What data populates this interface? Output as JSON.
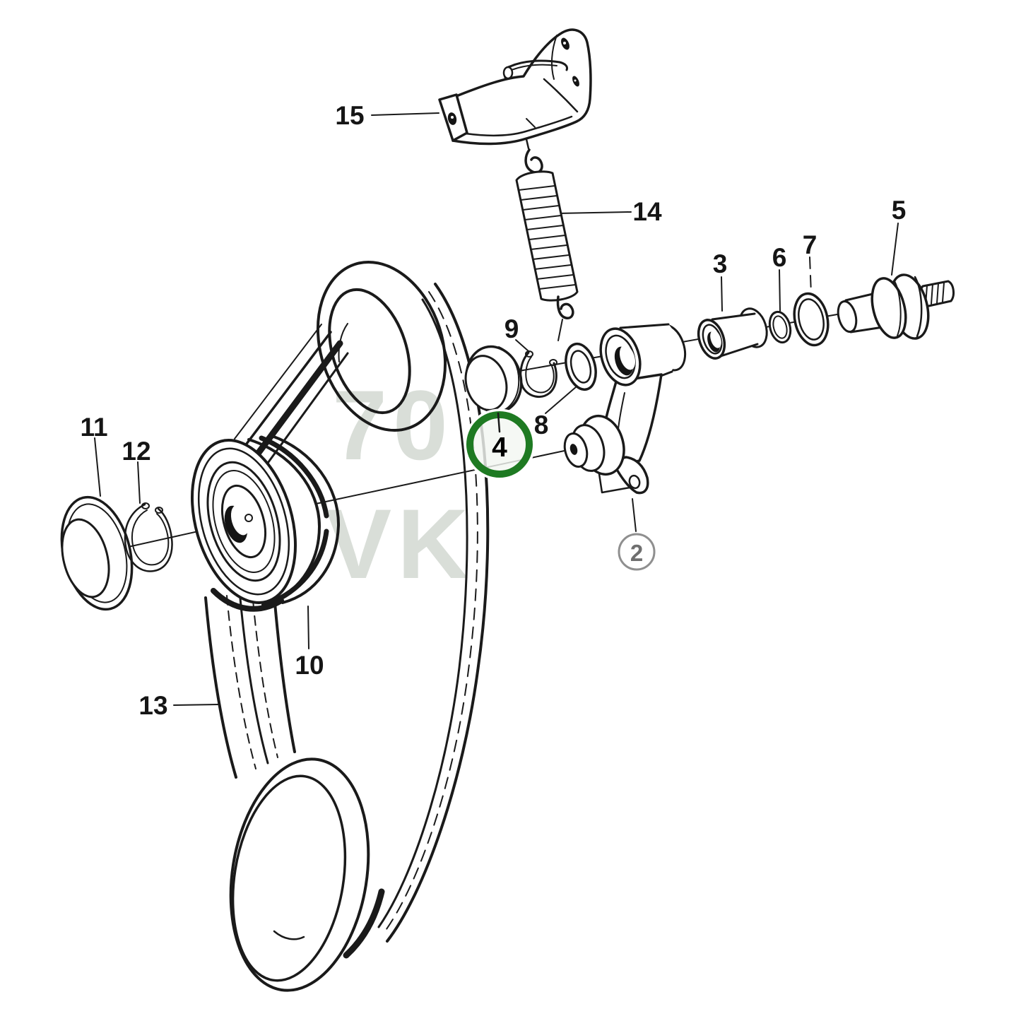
{
  "page": {
    "background": "#ffffff"
  },
  "watermark": {
    "line1": "70",
    "line2": "VK"
  },
  "colors": {
    "line": "#1a1a1a",
    "highlight_green": "#1e7a22",
    "highlight_fill": "rgba(243,247,241,0.82)",
    "callout_gray": "#8f8f8f"
  },
  "callouts": {
    "p2": {
      "label": "2",
      "style": "circled-gray"
    },
    "p3": {
      "label": "3",
      "style": "plain"
    },
    "p4": {
      "label": "4",
      "style": "circled-green"
    },
    "p5": {
      "label": "5",
      "style": "plain"
    },
    "p6": {
      "label": "6",
      "style": "plain"
    },
    "p7": {
      "label": "7",
      "style": "plain"
    },
    "p8": {
      "label": "8",
      "style": "plain"
    },
    "p9": {
      "label": "9",
      "style": "plain"
    },
    "p10": {
      "label": "10",
      "style": "plain"
    },
    "p11": {
      "label": "11",
      "style": "plain"
    },
    "p12": {
      "label": "12",
      "style": "plain"
    },
    "p13": {
      "label": "13",
      "style": "plain"
    },
    "p14": {
      "label": "14",
      "style": "plain"
    },
    "p15": {
      "label": "15",
      "style": "plain"
    }
  }
}
